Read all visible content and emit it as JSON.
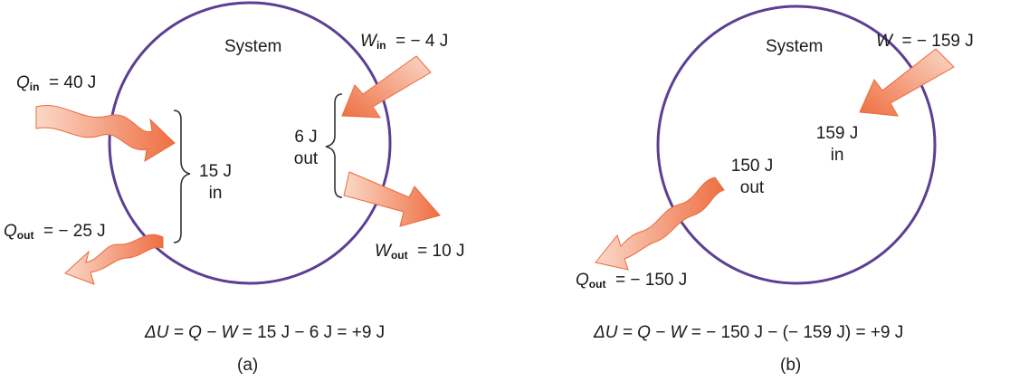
{
  "colors": {
    "circle": "#5b3f93",
    "arrow_fill": "#f07a50",
    "arrow_light": "#f7b79e",
    "brace": "#333333"
  },
  "panel_a": {
    "system_label": "System",
    "q_in": {
      "symbol": "Q",
      "subscript": "in",
      "value": "=  40 J"
    },
    "q_out": {
      "symbol": "Q",
      "subscript": "out",
      "value": "=  − 25 J"
    },
    "w_in": {
      "symbol": "W",
      "subscript": "in",
      "value": "=  − 4 J"
    },
    "w_out": {
      "symbol": "W",
      "subscript": "out",
      "value": "=  10 J"
    },
    "heat_net": [
      "15 J",
      "in"
    ],
    "work_net": [
      "6 J",
      "out"
    ],
    "eq_lhs": "ΔU = Q − W",
    "eq_rhs": "= 15 J − 6 J  =  +9 J",
    "caption": "(a)"
  },
  "panel_b": {
    "system_label": "System",
    "w": {
      "symbol": "W",
      "value": "=  − 159 J"
    },
    "q_out": {
      "symbol": "Q",
      "subscript": "out",
      "value": "=  − 150 J"
    },
    "work_net": [
      "159 J",
      "in"
    ],
    "heat_net": [
      "150 J",
      "out"
    ],
    "eq_lhs": "ΔU = Q − W",
    "eq_rhs": "=  − 150 J − (− 159 J)  =  +9 J",
    "caption": "(b)"
  }
}
